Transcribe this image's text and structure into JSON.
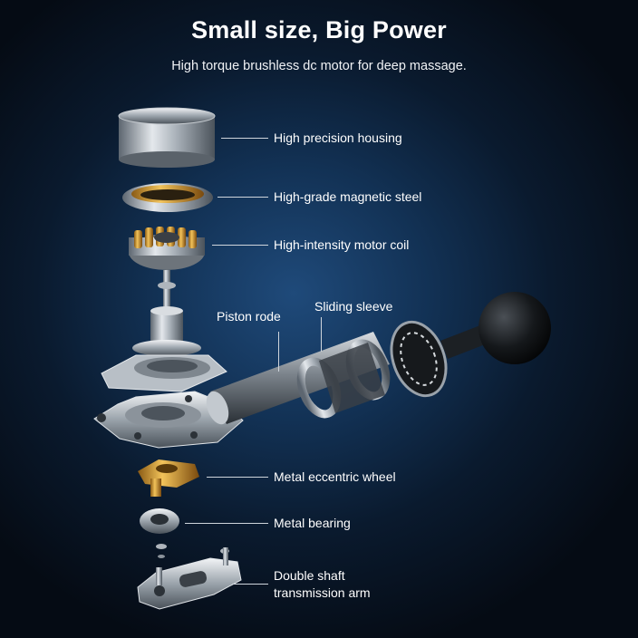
{
  "header": {
    "title": "Small size, Big Power",
    "subtitle": "High torque brushless dc motor for deep massage."
  },
  "callouts": {
    "housing": "High precision housing",
    "magnetic_steel": "High-grade magnetic steel",
    "motor_coil": "High-intensity motor coil",
    "piston_rode": "Piston rode",
    "sliding_sleeve": "Sliding sleeve",
    "eccentric_wheel": "Metal eccentric wheel",
    "bearing": "Metal bearing",
    "transmission_arm_line1": "Double shaft",
    "transmission_arm_line2": "transmission arm"
  }
}
